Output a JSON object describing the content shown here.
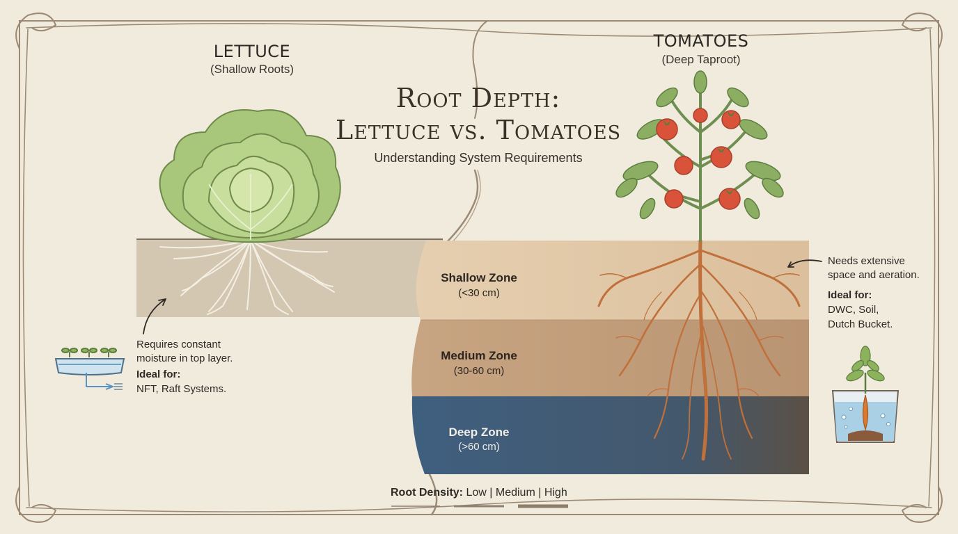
{
  "title": {
    "line1": "Root Depth:",
    "line2": "Lettuce vs. Tomatoes"
  },
  "subtitle": "Understanding System Requirements",
  "lettuce": {
    "name": "LETTUCE",
    "root_type": "(Shallow Roots)",
    "note_line1": "Requires constant",
    "note_line2": "moisture in top layer.",
    "ideal_label": "Ideal for:",
    "ideal_systems": "NFT, Raft Systems.",
    "icon": "nft-channel-icon"
  },
  "tomatoes": {
    "name": "TOMATOES",
    "root_type": "(Deep Taproot)",
    "note_line1": "Needs extensive",
    "note_line2": "space and aeration.",
    "ideal_label": "Ideal for:",
    "ideal_line1": "DWC, Soil,",
    "ideal_line2": "Dutch Bucket.",
    "icon": "bucket-seedling-icon"
  },
  "zones": [
    {
      "name": "Shallow Zone",
      "range": "(<30 cm)",
      "color": "#e2c8a6"
    },
    {
      "name": "Medium Zone",
      "range": "(30-60 cm)",
      "color": "#c69f7c"
    },
    {
      "name": "Deep Zone",
      "range": "(>60 cm)",
      "color": "#45607a"
    }
  ],
  "legend": {
    "label": "Root Density:",
    "items": [
      "Low",
      "Medium",
      "High"
    ],
    "separator": " | "
  },
  "colors": {
    "background": "#f1ebde",
    "border": "#9c8a75",
    "lettuce_leaf": "#a6c577",
    "tomato_fruit": "#d8533a",
    "root_orange": "#c0703a"
  }
}
